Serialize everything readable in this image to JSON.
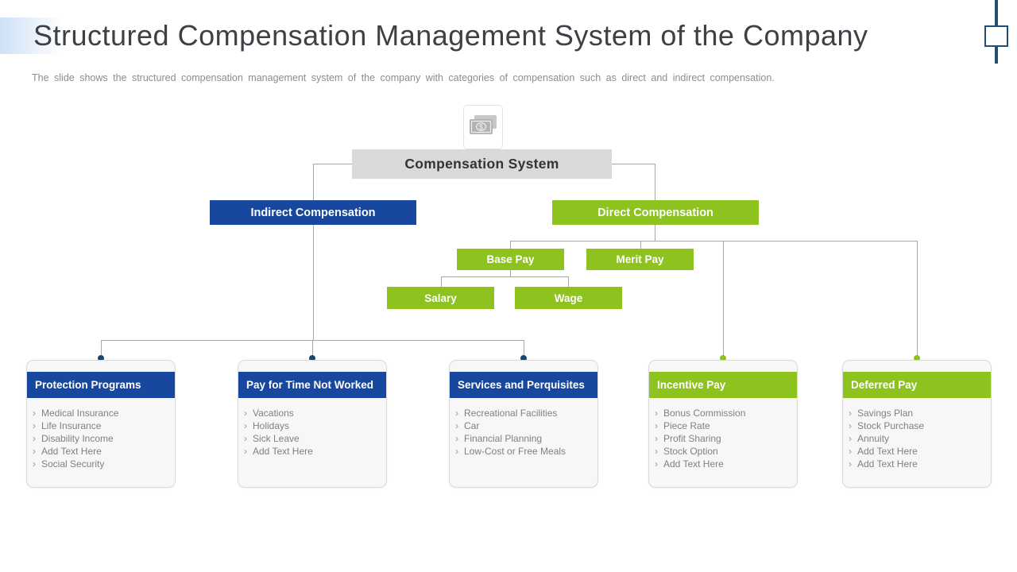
{
  "slide": {
    "title": "Structured Compensation Management System of the Company",
    "subtitle": "The slide shows the structured compensation management system of the company with categories of compensation such as direct and indirect compensation."
  },
  "colors": {
    "blue": "#17479e",
    "green": "#8dc21f",
    "root_gray": "#d9d9d9",
    "connector_line": "#a8a8a8",
    "dot_blue": "#1d4370",
    "deco_blue": "#1f4e79"
  },
  "diagram": {
    "bullet": "›",
    "root": {
      "label": "Compensation System",
      "icon": "money-icon"
    },
    "branches": [
      {
        "label": "Indirect Compensation",
        "color": "blue"
      },
      {
        "label": "Direct Compensation",
        "color": "green"
      }
    ],
    "direct_children": [
      {
        "label": "Base Pay"
      },
      {
        "label": "Merit Pay"
      }
    ],
    "base_pay_children": [
      {
        "label": "Salary"
      },
      {
        "label": "Wage"
      }
    ],
    "cards": [
      {
        "title": "Protection Programs",
        "color": "blue",
        "items": [
          "Medical Insurance",
          "Life Insurance",
          "Disability Income",
          "Add Text Here",
          "Social Security"
        ]
      },
      {
        "title": "Pay for Time Not Worked",
        "color": "blue",
        "items": [
          "Vacations",
          "Holidays",
          "Sick Leave",
          "Add Text Here"
        ]
      },
      {
        "title": "Services and Perquisites",
        "color": "blue",
        "items": [
          "Recreational Facilities",
          "Car",
          "Financial Planning",
          "Low-Cost or Free Meals"
        ]
      },
      {
        "title": "Incentive Pay",
        "color": "green",
        "items": [
          "Bonus Commission",
          "Piece Rate",
          "Profit Sharing",
          "Stock Option",
          "Add Text Here"
        ]
      },
      {
        "title": "Deferred Pay",
        "color": "green",
        "items": [
          "Savings Plan",
          "Stock Purchase",
          "Annuity",
          "Add Text Here",
          "Add Text Here"
        ]
      }
    ]
  }
}
